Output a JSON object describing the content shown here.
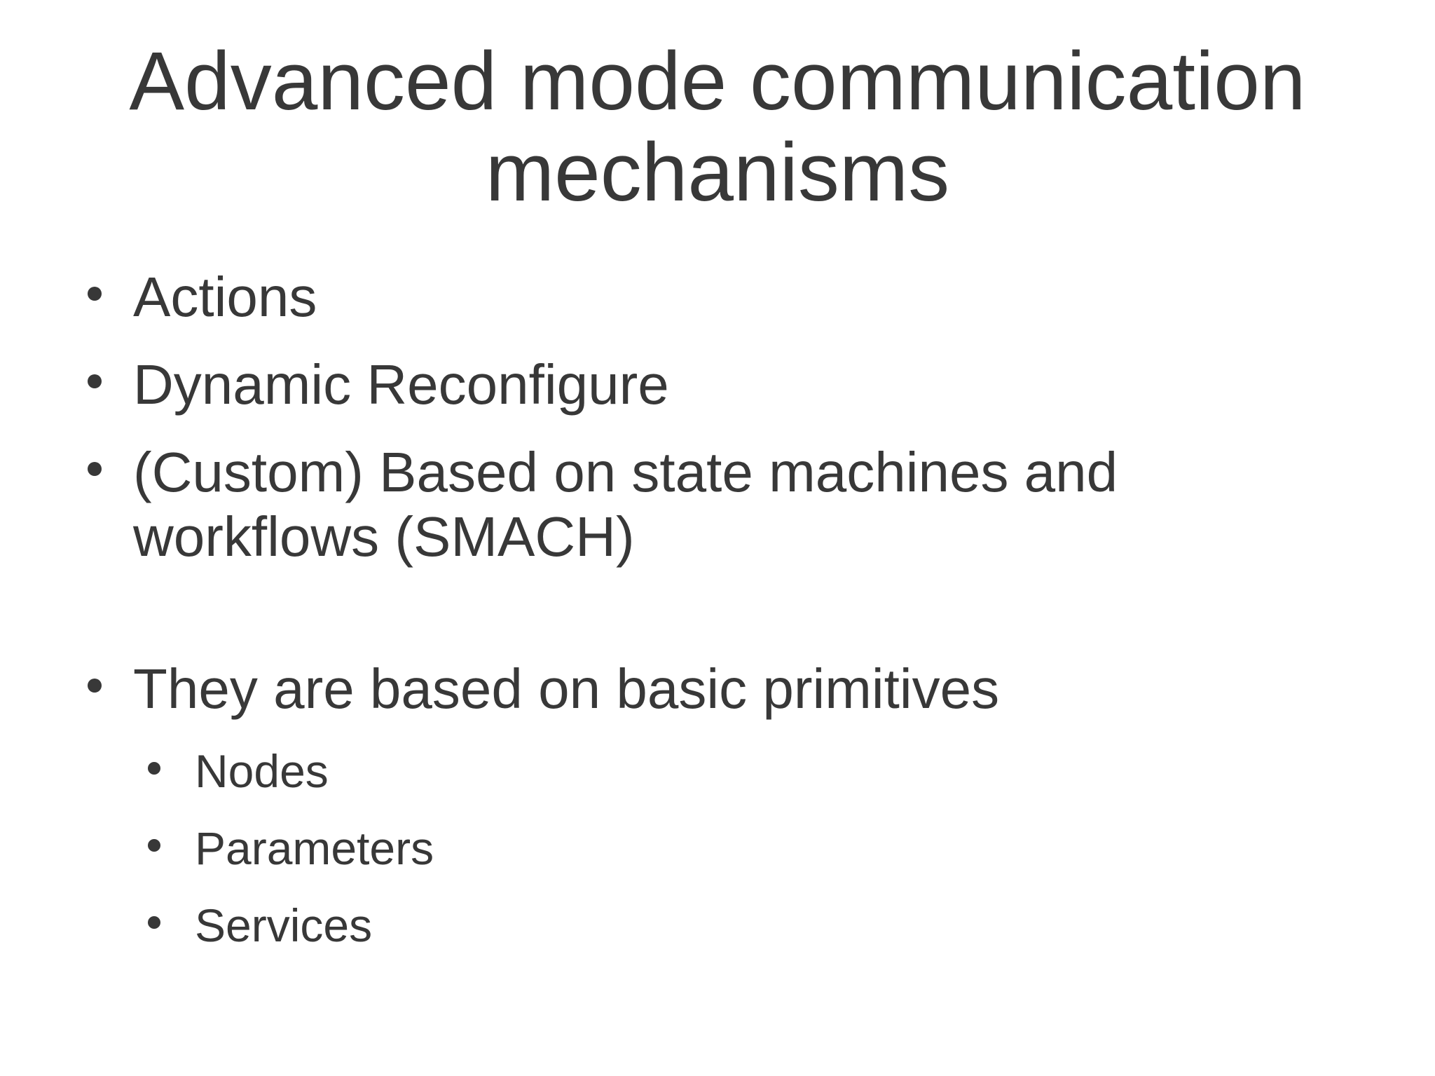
{
  "slide": {
    "title": "Advanced mode communication mechanisms",
    "colors": {
      "background": "#ffffff",
      "text": "#383838"
    },
    "bullets": [
      {
        "level": 1,
        "text": "Actions"
      },
      {
        "level": 1,
        "text": "Dynamic Reconfigure"
      },
      {
        "level": 1,
        "text": "(Custom) Based on state machines and workflows (SMACH)"
      },
      {
        "level": 1,
        "text": "They are based on basic primitives"
      },
      {
        "level": 2,
        "text": "Nodes"
      },
      {
        "level": 2,
        "text": "Parameters"
      },
      {
        "level": 2,
        "text": "Services"
      }
    ]
  }
}
